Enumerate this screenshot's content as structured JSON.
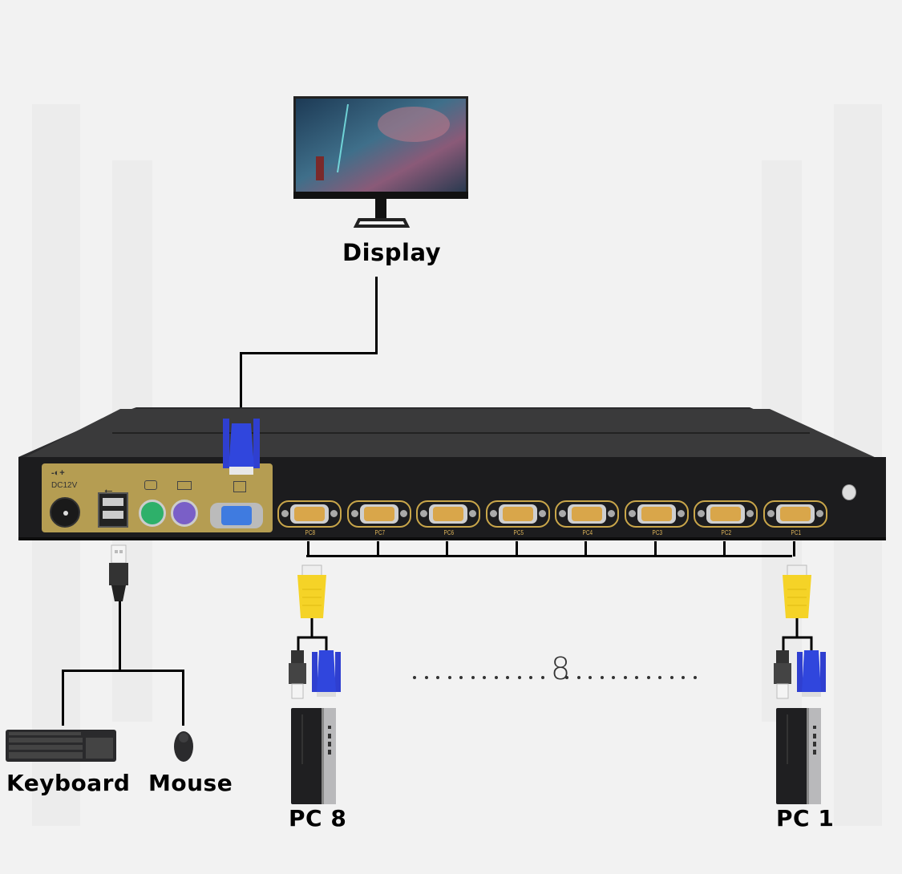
{
  "title": "8-Port KVM Switch Connection Diagram",
  "labels": {
    "display": "Display",
    "keyboard": "Keyboard",
    "mouse": "Mouse",
    "pc_first": "PC 8",
    "pc_last": "PC 1",
    "count_indicator": "8"
  },
  "rear_panel": {
    "power_symbol": "-◐+",
    "power_label": "DC12V",
    "console_ports": [
      {
        "name": "usb",
        "icon": "usb-icon"
      },
      {
        "name": "ps2-mouse",
        "icon": "mouse-icon",
        "color": "#2eb06a"
      },
      {
        "name": "ps2-keyboard",
        "icon": "keyboard-icon",
        "color": "#7a5fc7"
      },
      {
        "name": "vga-monitor",
        "icon": "monitor-icon",
        "color": "#3f7be0"
      }
    ],
    "pc_ports": [
      "PC8",
      "PC7",
      "PC6",
      "PC5",
      "PC4",
      "PC3",
      "PC2",
      "PC1"
    ]
  },
  "colors": {
    "background": "#f2f2f2",
    "chassis": "#1c1c1e",
    "chassis_top": "#3a3a3a",
    "panel_gold": "#b59d52",
    "vga_blue": "#2f3fd0",
    "kvm_yellow": "#f5d327",
    "port_gold": "#d9a64a"
  }
}
